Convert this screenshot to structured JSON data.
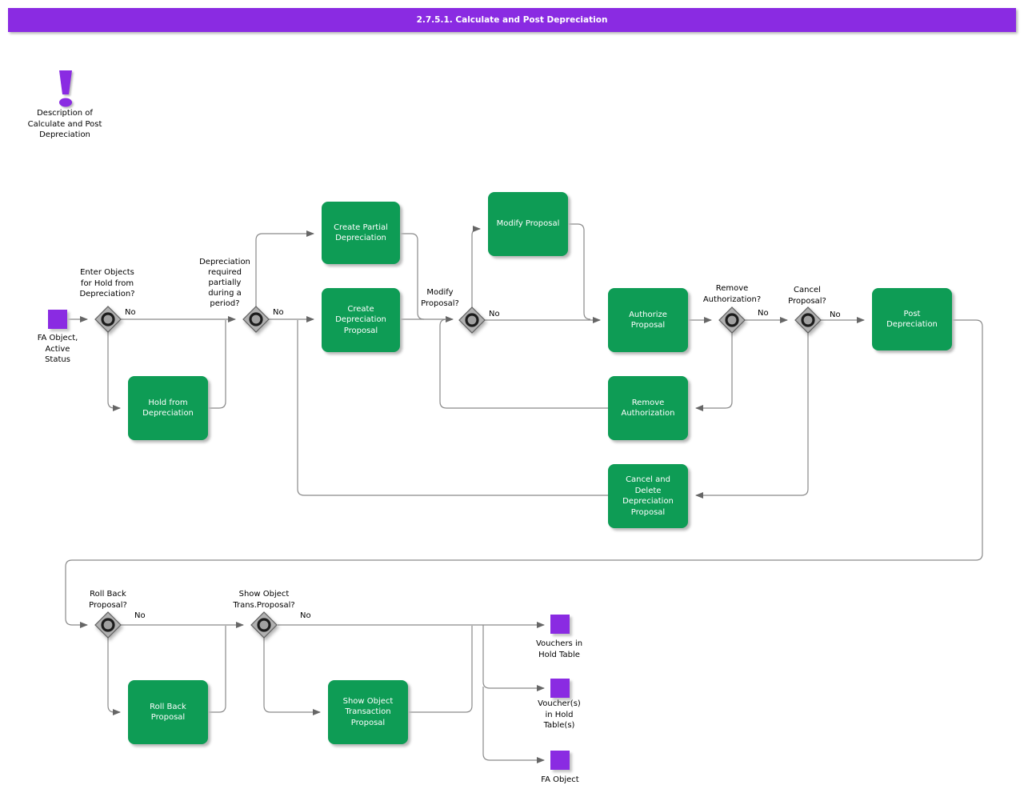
{
  "title_bar": {
    "text": "2.7.5.1. Calculate and Post Depreciation"
  },
  "colors": {
    "accent_purple": "#8A2BE2",
    "process_green": "#0E9C55",
    "line_gray": "#8a8a8a",
    "decision_gray": "#b0b0b0",
    "text_black": "#000000",
    "text_white": "#ffffff"
  },
  "note": {
    "icon": "exclamation-icon",
    "label": "Description of\nCalculate and Post\nDepreciation"
  },
  "start": {
    "label": "FA Object,\nActive\nStatus"
  },
  "processes": {
    "create_partial": {
      "label": "Create Partial\nDepreciation"
    },
    "create_proposal": {
      "label": "Create\nDepreciation\nProposal"
    },
    "modify_proposal": {
      "label": "Modify Proposal"
    },
    "authorize_proposal": {
      "label": "Authorize\nProposal"
    },
    "post_depreciation": {
      "label": "Post\nDepreciation"
    },
    "hold_from_depreciation": {
      "label": "Hold from\nDepreciation"
    },
    "remove_authorization": {
      "label": "Remove\nAuthorization"
    },
    "cancel_delete_proposal": {
      "label": "Cancel and\nDelete\nDepreciation\nProposal"
    },
    "roll_back_proposal": {
      "label": "Roll Back\nProposal"
    },
    "show_object_transaction": {
      "label": "Show Object\nTransaction\nProposal"
    }
  },
  "decisions": {
    "enter_objects": {
      "question": "Enter Objects\nfor Hold from\nDepreciation?",
      "no_label": "No"
    },
    "depreciation_required": {
      "question": "Depreciation\nrequired\npartially\nduring a\nperiod?",
      "no_label": "No"
    },
    "modify": {
      "question": "Modify\nProposal?",
      "no_label": "No"
    },
    "remove_auth": {
      "question": "Remove\nAuthorization?",
      "no_label": "No"
    },
    "cancel": {
      "question": "Cancel\nProposal?",
      "no_label": "No"
    },
    "roll_back": {
      "question": "Roll Back\nProposal?",
      "no_label": "No"
    },
    "show_object": {
      "question": "Show Object\nTrans.Proposal?",
      "no_label": "No"
    }
  },
  "outputs": {
    "vouchers_hold": {
      "label": "Vouchers in\nHold Table"
    },
    "vouchers_hold_tables": {
      "label": "Voucher(s)\nin Hold\nTable(s)"
    },
    "fa_object": {
      "label": "FA Object"
    }
  }
}
